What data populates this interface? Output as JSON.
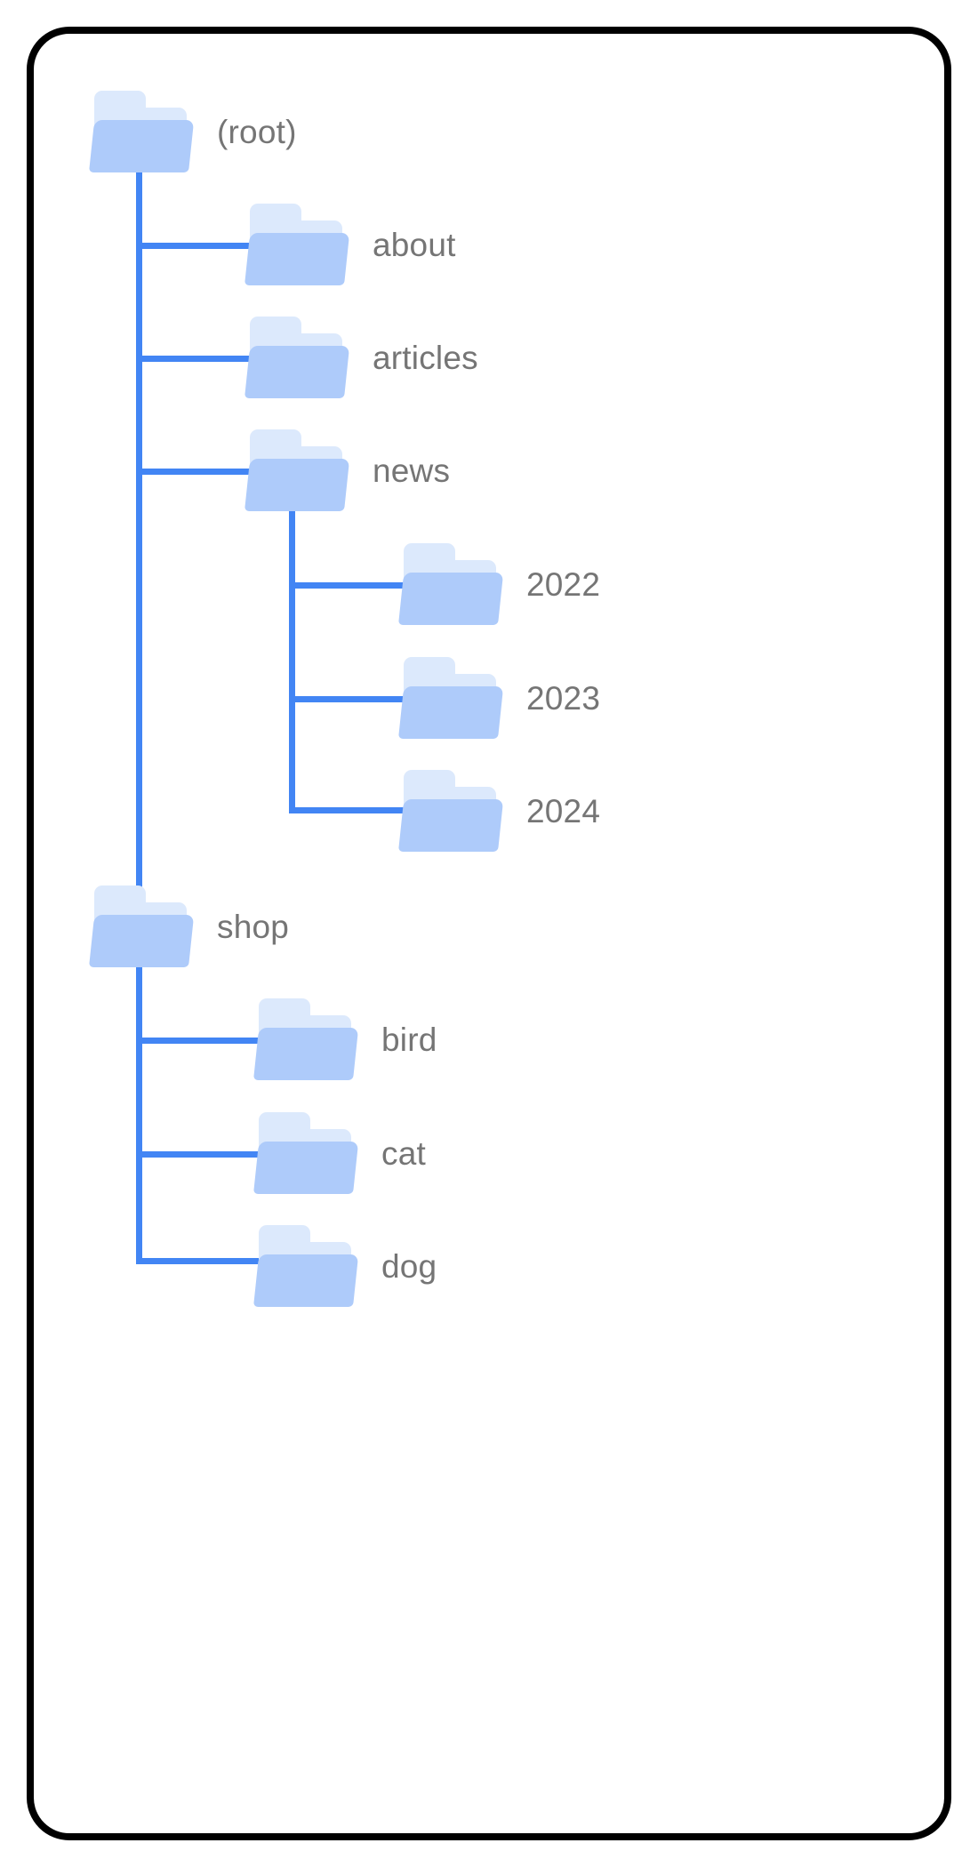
{
  "card": {
    "border_color": "#000000",
    "background": "#ffffff"
  },
  "theme": {
    "connector_color": "#4285f4",
    "folder_front_color": "#aecbfa",
    "folder_back_color": "#dce9fc",
    "label_color": "#757575"
  },
  "tree": {
    "root": {
      "label": "(root)",
      "icon": "folder-icon"
    },
    "children": [
      {
        "label": "about",
        "icon": "folder-icon",
        "children": []
      },
      {
        "label": "articles",
        "icon": "folder-icon",
        "children": []
      },
      {
        "label": "news",
        "icon": "folder-icon",
        "children": [
          {
            "label": "2022",
            "icon": "folder-icon"
          },
          {
            "label": "2023",
            "icon": "folder-icon"
          },
          {
            "label": "2024",
            "icon": "folder-icon"
          }
        ]
      },
      {
        "label": "shop",
        "icon": "folder-icon",
        "children": [
          {
            "label": "bird",
            "icon": "folder-icon"
          },
          {
            "label": "cat",
            "icon": "folder-icon"
          },
          {
            "label": "dog",
            "icon": "folder-icon"
          }
        ]
      }
    ]
  }
}
